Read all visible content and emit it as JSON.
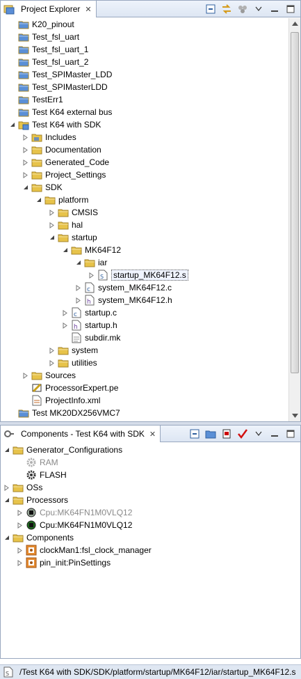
{
  "project_explorer": {
    "title": "Project Explorer",
    "items": [
      {
        "label": "K20_pinout",
        "icon": "folder-icon",
        "depth": 0,
        "twisty": "none"
      },
      {
        "label": "Test_fsl_uart",
        "icon": "folder-icon",
        "depth": 0,
        "twisty": "none"
      },
      {
        "label": "Test_fsl_uart_1",
        "icon": "folder-icon",
        "depth": 0,
        "twisty": "none"
      },
      {
        "label": "Test_fsl_uart_2",
        "icon": "folder-icon",
        "depth": 0,
        "twisty": "none"
      },
      {
        "label": "Test_SPIMaster_LDD",
        "icon": "folder-icon",
        "depth": 0,
        "twisty": "none"
      },
      {
        "label": "Test_SPIMasterLDD",
        "icon": "folder-icon",
        "depth": 0,
        "twisty": "none"
      },
      {
        "label": "TestErr1",
        "icon": "folder-icon",
        "depth": 0,
        "twisty": "none"
      },
      {
        "label": "Test K64 external bus",
        "icon": "folder-icon",
        "depth": 0,
        "twisty": "none"
      },
      {
        "label": "Test K64 with SDK",
        "icon": "project-icon",
        "depth": 0,
        "twisty": "expanded"
      },
      {
        "label": "Includes",
        "icon": "includes-icon",
        "depth": 1,
        "twisty": "collapsed"
      },
      {
        "label": "Documentation",
        "icon": "folder-icon",
        "depth": 1,
        "twisty": "collapsed"
      },
      {
        "label": "Generated_Code",
        "icon": "folder-icon",
        "depth": 1,
        "twisty": "collapsed"
      },
      {
        "label": "Project_Settings",
        "icon": "folder-icon",
        "depth": 1,
        "twisty": "collapsed"
      },
      {
        "label": "SDK",
        "icon": "folder-icon",
        "depth": 1,
        "twisty": "expanded"
      },
      {
        "label": "platform",
        "icon": "folder-icon",
        "depth": 2,
        "twisty": "expanded"
      },
      {
        "label": "CMSIS",
        "icon": "folder-icon",
        "depth": 3,
        "twisty": "collapsed"
      },
      {
        "label": "hal",
        "icon": "folder-icon",
        "depth": 3,
        "twisty": "collapsed"
      },
      {
        "label": "startup",
        "icon": "folder-icon",
        "depth": 3,
        "twisty": "expanded"
      },
      {
        "label": "MK64F12",
        "icon": "folder-icon",
        "depth": 4,
        "twisty": "expanded"
      },
      {
        "label": "iar",
        "icon": "folder-icon",
        "depth": 5,
        "twisty": "expanded"
      },
      {
        "label": "startup_MK64F12.s",
        "icon": "asm-file-icon",
        "depth": 6,
        "twisty": "collapsed",
        "selected": true
      },
      {
        "label": "system_MK64F12.c",
        "icon": "c-file-icon",
        "depth": 5,
        "twisty": "collapsed"
      },
      {
        "label": "system_MK64F12.h",
        "icon": "h-file-icon",
        "depth": 5,
        "twisty": "collapsed"
      },
      {
        "label": "startup.c",
        "icon": "c-file-icon",
        "depth": 4,
        "twisty": "collapsed"
      },
      {
        "label": "startup.h",
        "icon": "h-file-icon",
        "depth": 4,
        "twisty": "collapsed"
      },
      {
        "label": "subdir.mk",
        "icon": "text-file-icon",
        "depth": 4,
        "twisty": "none"
      },
      {
        "label": "system",
        "icon": "folder-icon",
        "depth": 3,
        "twisty": "collapsed"
      },
      {
        "label": "utilities",
        "icon": "folder-icon",
        "depth": 3,
        "twisty": "collapsed"
      },
      {
        "label": "Sources",
        "icon": "folder-icon",
        "depth": 1,
        "twisty": "collapsed"
      },
      {
        "label": "ProcessorExpert.pe",
        "icon": "pe-file-icon",
        "depth": 1,
        "twisty": "none"
      },
      {
        "label": "ProjectInfo.xml",
        "icon": "xml-file-icon",
        "depth": 1,
        "twisty": "none"
      },
      {
        "label": "Test MK20DX256VMC7",
        "icon": "folder-icon",
        "depth": 0,
        "twisty": "none"
      }
    ]
  },
  "components": {
    "title": "Components - Test K64 with SDK",
    "items": [
      {
        "label": "Generator_Configurations",
        "icon": "folder-icon",
        "depth": 0,
        "twisty": "expanded"
      },
      {
        "label": "RAM",
        "icon": "config-gear-icon",
        "depth": 1,
        "twisty": "none",
        "gray": true
      },
      {
        "label": "FLASH",
        "icon": "config-gear-icon",
        "depth": 1,
        "twisty": "none"
      },
      {
        "label": "OSs",
        "icon": "folder-icon",
        "depth": 0,
        "twisty": "collapsed"
      },
      {
        "label": "Processors",
        "icon": "folder-icon",
        "depth": 0,
        "twisty": "expanded"
      },
      {
        "label": "Cpu:MK64FN1M0VLQ12",
        "icon": "cpu-icon",
        "depth": 1,
        "twisty": "collapsed",
        "gray": true
      },
      {
        "label": "Cpu:MK64FN1M0VLQ12",
        "icon": "cpu-icon",
        "depth": 1,
        "twisty": "collapsed"
      },
      {
        "label": "Components",
        "icon": "folder-icon",
        "depth": 0,
        "twisty": "expanded"
      },
      {
        "label": "clockMan1:fsl_clock_manager",
        "icon": "component-icon",
        "depth": 1,
        "twisty": "collapsed"
      },
      {
        "label": "pin_init:PinSettings",
        "icon": "component-icon",
        "depth": 1,
        "twisty": "collapsed"
      }
    ]
  },
  "status_bar": {
    "path": "/Test K64 with SDK/SDK/platform/startup/MK64F12/iar/startup_MK64F12.s"
  },
  "colors": {
    "folder": "#e7c34a",
    "folder_blue": "#5a8fd6",
    "panel_border": "#99a8bf",
    "status_bg": "#dfe7f2"
  }
}
